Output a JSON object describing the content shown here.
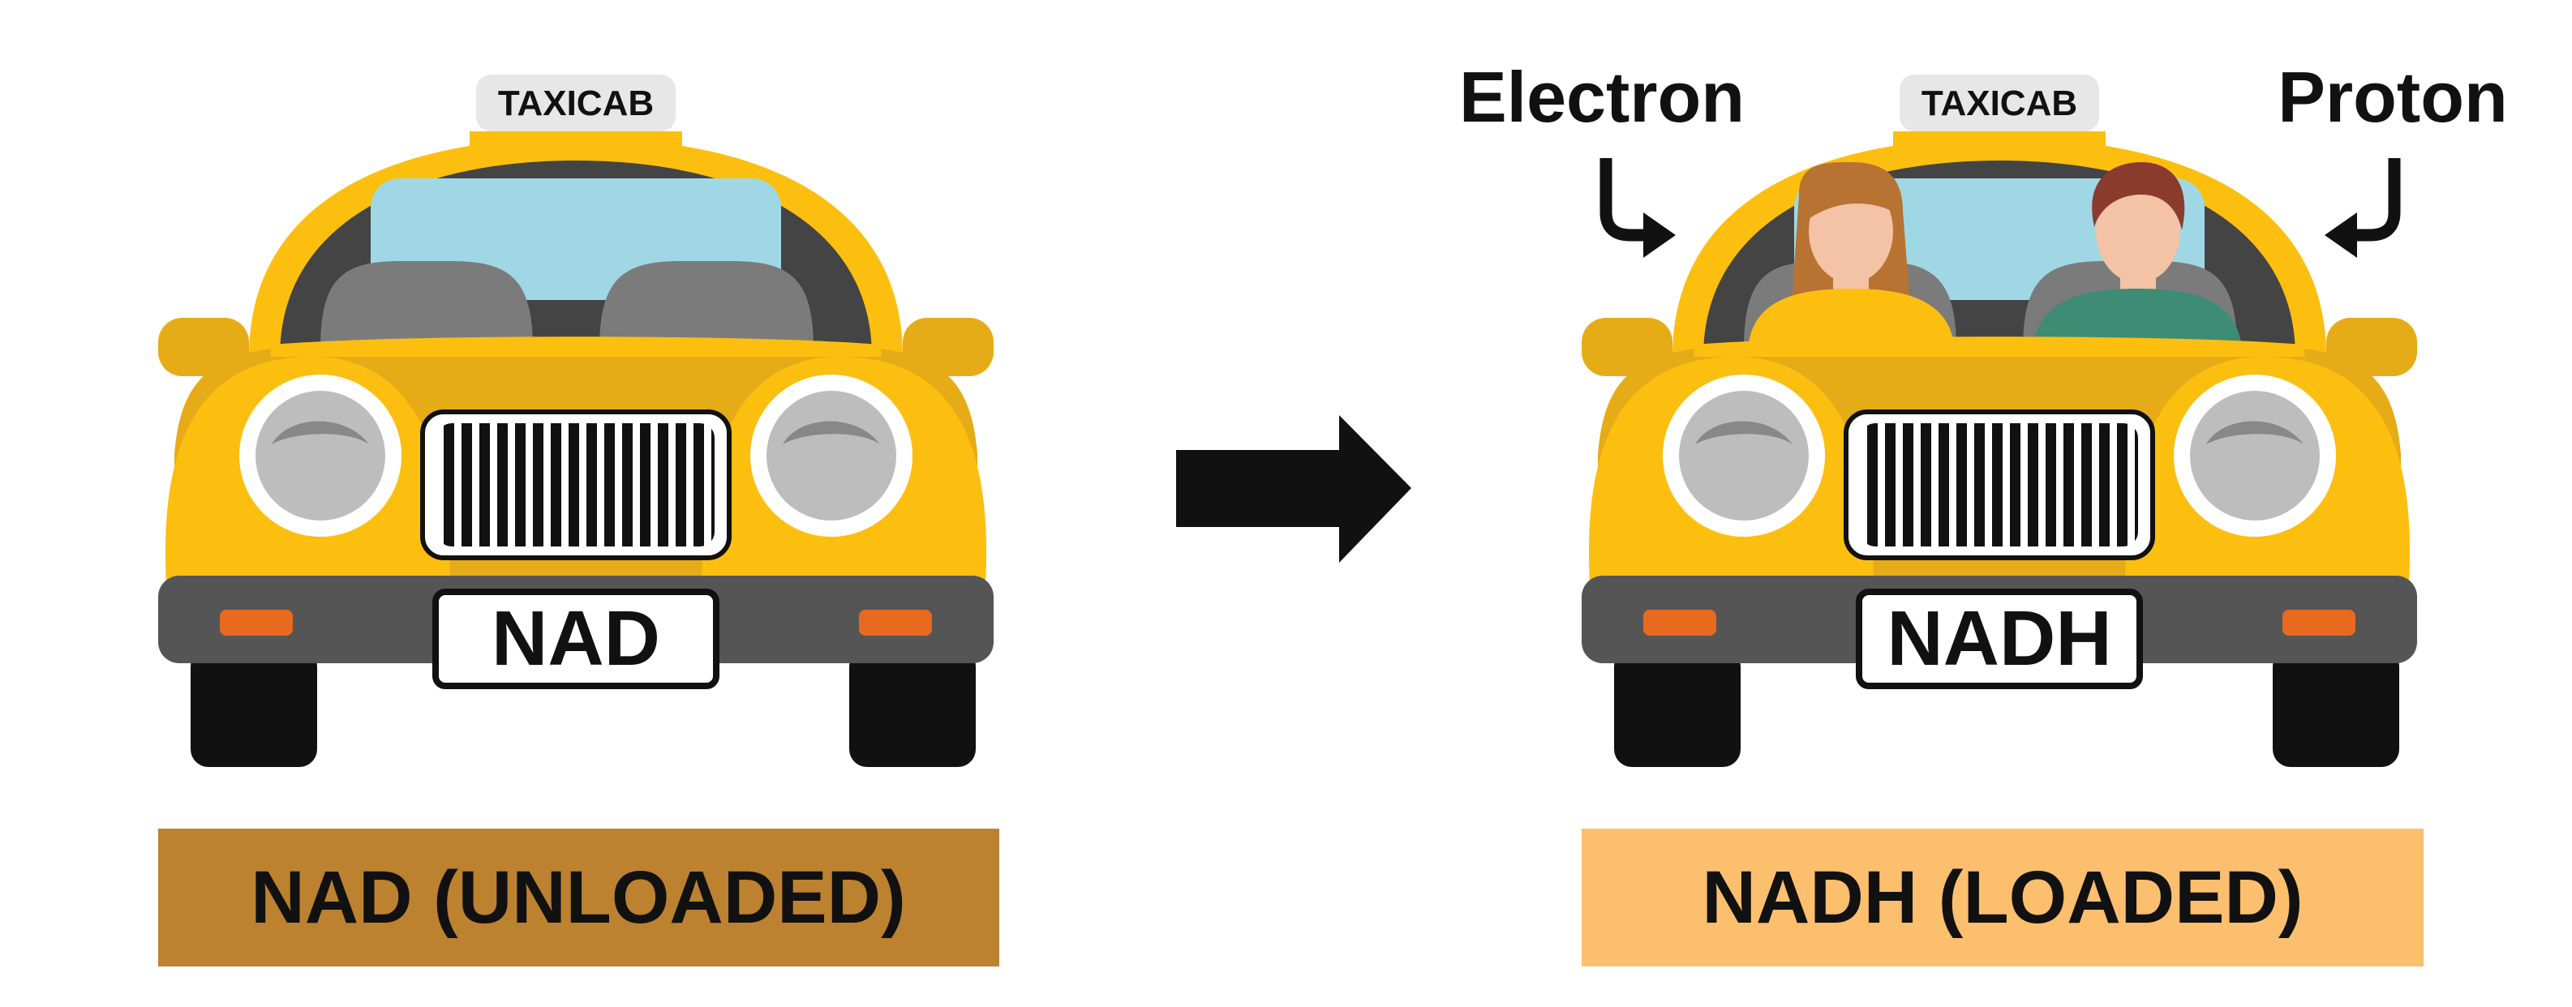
{
  "left_car": {
    "roof_sign": "TAXICAB",
    "plate": "NAD",
    "caption": "NAD (UNLOADED)",
    "caption_color": "#bc8230"
  },
  "right_car": {
    "roof_sign": "TAXICAB",
    "plate": "NADH",
    "caption": "NADH (LOADED)",
    "caption_color": "#fcbf6e",
    "passenger_left_label": "Electron",
    "passenger_right_label": "Proton"
  },
  "colors": {
    "body": "#fcbf10",
    "body_shade": "#e5ac17",
    "window": "#9fd8e4",
    "bumper": "#555555",
    "indicator": "#e86a1e",
    "tire": "#111111",
    "sign": "#e7e7e7"
  },
  "transition_arrow": "right-arrow"
}
